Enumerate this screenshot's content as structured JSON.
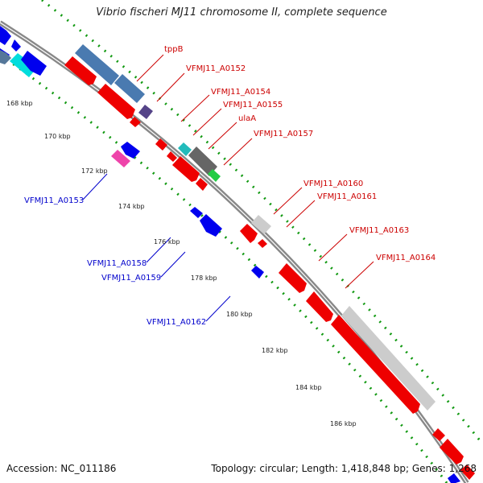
{
  "title": "Vibrio fischeri MJ11 chromosome II, complete sequence",
  "footer": {
    "accession": "Accession: NC_011186",
    "summary": "Topology: circular; Length: 1,418,848 bp; Genes: 1,268"
  },
  "colors": {
    "backbone": "#888888",
    "tick": "#119911",
    "label_forward": "#cc0000",
    "label_reverse": "#0000cc"
  },
  "scale_labels": [
    "168 kbp",
    "170 kbp",
    "172 kbp",
    "174 kbp",
    "176 kbp",
    "178 kbp",
    "180 kbp",
    "182 kbp",
    "184 kbp",
    "186 kbp"
  ],
  "forward_labels": [
    "tppB",
    "VFMJ11_A0152",
    "VFMJ11_A0154",
    "VFMJ11_A0155",
    "ulaA",
    "VFMJ11_A0157",
    "VFMJ11_A0160",
    "VFMJ11_A0161",
    "VFMJ11_A0163",
    "VFMJ11_A0164"
  ],
  "reverse_labels": [
    "VFMJ11_A0153",
    "VFMJ11_A0158",
    "VFMJ11_A0159",
    "VFMJ11_A0162"
  ]
}
